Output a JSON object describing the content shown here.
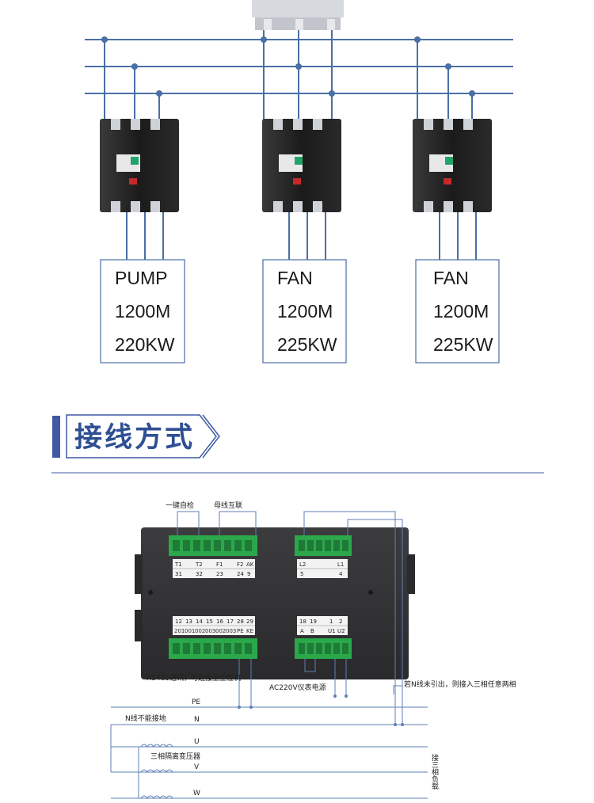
{
  "section_title": "接线方式",
  "loads": [
    {
      "name": "PUMP",
      "rating": "1200M",
      "power": "220KW"
    },
    {
      "name": "FAN",
      "rating": "1200M",
      "power": "225KW"
    },
    {
      "name": "FAN",
      "rating": "1200M",
      "power": "225KW"
    }
  ],
  "wiring": {
    "label_self_check": "一键自检",
    "label_bus_link": "母线互联",
    "label_rs485": "RS485通讯，可连接至上位机",
    "label_ac220": "AC220V仪表电源",
    "label_n_note": "若N线未引出，则接入三相任意两相",
    "label_n_ground": "N线不能接地",
    "label_transformer": "三相隔离变压器",
    "label_load": "接三相负载",
    "lines": [
      "PE",
      "N",
      "U",
      "V",
      "W"
    ],
    "terminals_top_left_row1": [
      "T1",
      "",
      "T2",
      "",
      "F1",
      "",
      "F2",
      "AK"
    ],
    "terminals_top_left_row2": [
      "31",
      "",
      "32",
      "",
      "23",
      "",
      "24",
      "9"
    ],
    "terminals_top_right_row1": [
      "L2",
      "",
      "",
      "",
      "",
      "L1"
    ],
    "terminals_top_right_row2": [
      "5",
      "",
      "",
      "",
      "",
      "4"
    ],
    "terminals_bottom_left_row1": [
      "12",
      "13",
      "14",
      "15",
      "16",
      "17",
      "28",
      "29"
    ],
    "terminals_bottom_left_row2": [
      "201",
      "001",
      "002",
      "003",
      "002",
      "003",
      "PE",
      "KE"
    ],
    "terminals_bottom_right_row1": [
      "18",
      "19",
      "",
      "1",
      "2"
    ],
    "terminals_bottom_right_row2": [
      "A",
      "B",
      "",
      "U1",
      "U2"
    ]
  },
  "colors": {
    "bus": "#4a6fa5",
    "title": "#2f4f93",
    "accent_bar": "#3e5aa3",
    "divider": "#3e5aa3"
  }
}
